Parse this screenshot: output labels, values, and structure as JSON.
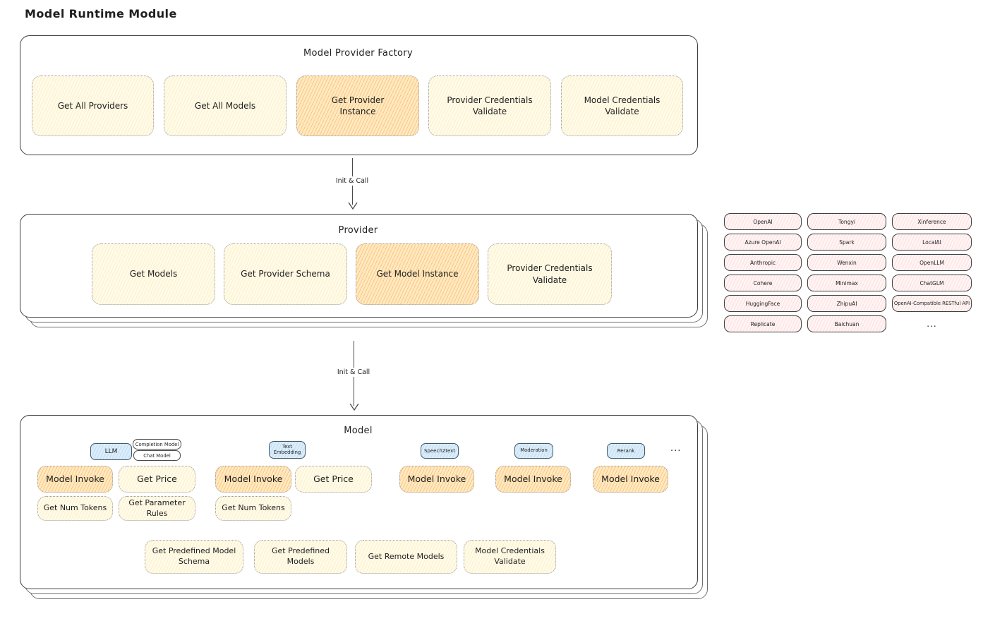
{
  "title": "Model Runtime Module",
  "colors": {
    "soft_fill": "#fffbe9",
    "highlight_fill": "#ffe9c2",
    "provider_pink_fill": "#fff4f4",
    "tag_blue_fill": "#dcedfa",
    "ink": "#1f1f1f"
  },
  "arrow1": {
    "label": "Init & Call"
  },
  "arrow2": {
    "label": "Init & Call"
  },
  "factory": {
    "title": "Model Provider Factory",
    "boxes": [
      {
        "label": "Get All Providers"
      },
      {
        "label": "Get All Models"
      },
      {
        "label": "Get Provider Instance"
      },
      {
        "label": "Provider Credentials Validate"
      },
      {
        "label": "Model Credentials Validate"
      }
    ]
  },
  "provider": {
    "title": "Provider",
    "boxes": [
      {
        "label": "Get Models"
      },
      {
        "label": "Get Provider Schema"
      },
      {
        "label": "Get Model Instance"
      },
      {
        "label": "Provider Credentials Validate"
      }
    ]
  },
  "providers_grid": {
    "items": [
      "OpenAI",
      "Tongyi",
      "Xinference",
      "Azure OpenAI",
      "Spark",
      "LocalAI",
      "Anthropic",
      "Wenxin",
      "OpenLLM",
      "Cohere",
      "Minimax",
      "ChatGLM",
      "HuggingFace",
      "ZhipuAI",
      "OpenAI-Compatible RESTful API",
      "Replicate",
      "Baichuan"
    ],
    "more": "..."
  },
  "model": {
    "title": "Model",
    "tags": {
      "llm": "LLM",
      "completion": "Completion Model",
      "chat": "Chat Model",
      "text_embedding": "Text Embedding",
      "speech2text": "Speech2text",
      "moderation": "Moderation",
      "rerank": "Rerank",
      "more": "..."
    },
    "llm_group": {
      "invoke": "Model Invoke",
      "get_price": "Get Price",
      "get_num_tokens": "Get Num Tokens",
      "get_parameter_rules": "Get Parameter Rules"
    },
    "embedding_group": {
      "invoke": "Model Invoke",
      "get_price": "Get Price",
      "get_num_tokens": "Get Num Tokens"
    },
    "speech2text_group": {
      "invoke": "Model Invoke"
    },
    "moderation_group": {
      "invoke": "Model Invoke"
    },
    "rerank_group": {
      "invoke": "Model Invoke"
    },
    "bottom": [
      {
        "label": "Get Predefined Model Schema"
      },
      {
        "label": "Get Predefined Models"
      },
      {
        "label": "Get Remote Models"
      },
      {
        "label": "Model Credentials Validate"
      }
    ]
  }
}
